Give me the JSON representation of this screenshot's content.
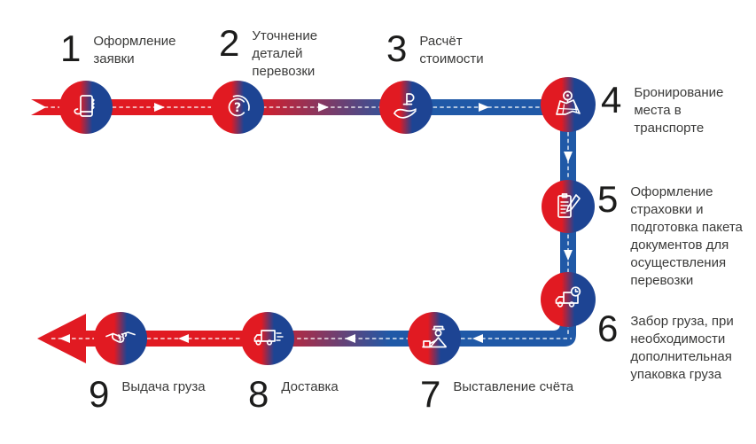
{
  "diagram": {
    "type": "process-flow",
    "flow_path": "steps 1-4 left to right, 4-6 downward, 6-9 right to left",
    "colors": {
      "red": "#e11a22",
      "blue_band": "#2059a7",
      "blue_circle": "#1d4493",
      "icon_stroke": "#ffffff",
      "number_text": "#1c1c1b",
      "label_text": "#3a3a39",
      "background": "#ffffff"
    },
    "steps": [
      {
        "number": "1",
        "label": "Оформление\nзаявки",
        "icon": "phone-in-hand-icon"
      },
      {
        "number": "2",
        "label": "Уточнение\nдеталей\nперевозки",
        "icon": "question-mark-icon"
      },
      {
        "number": "3",
        "label": "Расчёт\nстоимости",
        "icon": "ruble-in-hand-icon"
      },
      {
        "number": "4",
        "label": "Бронирование\nместа в\nтранспорте",
        "icon": "map-location-pin-icon"
      },
      {
        "number": "5",
        "label": "Оформление\nстраховки и\nподготовка пакета\nдокументов для\nосуществления\nперевозки",
        "icon": "document-pencil-icon"
      },
      {
        "number": "6",
        "label": "Забор груза, при\nнеобходимости\nдополнительная\nупаковка груза",
        "icon": "truck-clock-icon"
      },
      {
        "number": "7",
        "label": "Выставление счёта",
        "icon": "invoice-officer-icon"
      },
      {
        "number": "8",
        "label": "Доставка",
        "icon": "delivery-truck-icon"
      },
      {
        "number": "9",
        "label": "Выдача груза",
        "icon": "handshake-icon"
      }
    ]
  }
}
